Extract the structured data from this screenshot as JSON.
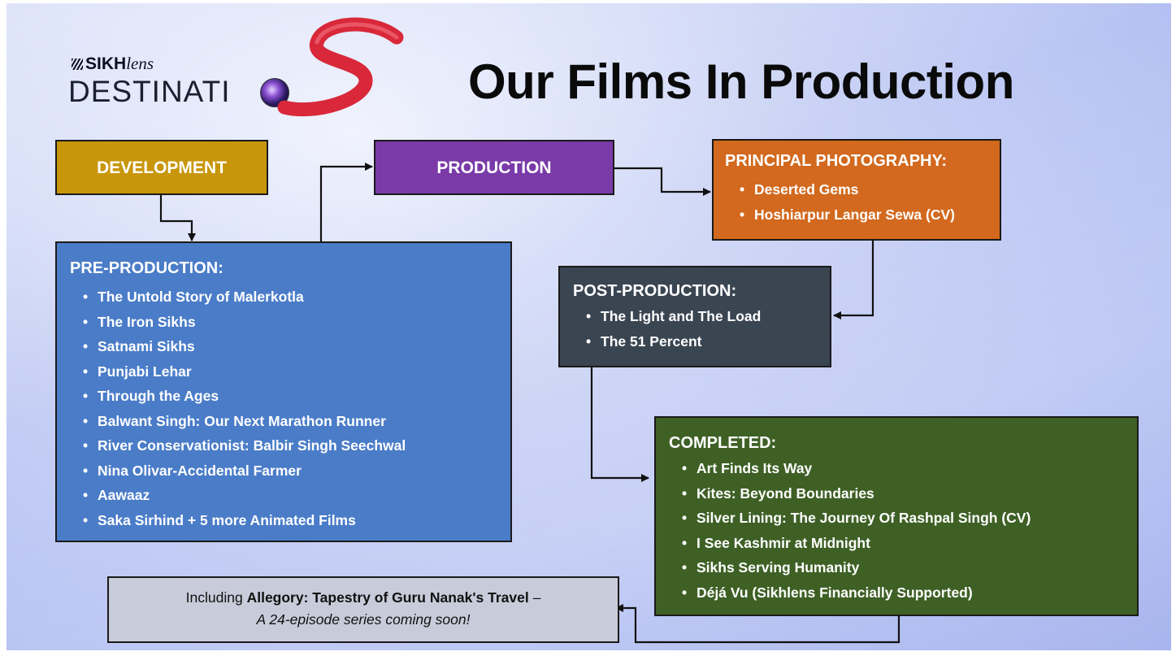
{
  "title": "Our Films In Production",
  "logo": {
    "top_bold": "SIKH",
    "top_italic": "lens",
    "word": "DESTINATI",
    "s_letter": "S"
  },
  "stages": {
    "development": {
      "label": "DEVELOPMENT",
      "color": "#c8960a"
    },
    "production": {
      "label": "PRODUCTION",
      "color": "#7a3aa8"
    },
    "principal": {
      "heading": "PRINCIPAL PHOTOGRAPHY:",
      "color": "#d2691e",
      "items": [
        "Deserted Gems",
        "Hoshiarpur Langar Sewa (CV)"
      ]
    },
    "preproduction": {
      "heading": "PRE-PRODUCTION:",
      "color": "#4a7cc8",
      "items": [
        "The Untold Story of Malerkotla",
        "The Iron Sikhs",
        "Satnami Sikhs",
        "Punjabi Lehar",
        "Through the Ages",
        "Balwant Singh: Our Next Marathon Runner",
        "River Conservationist: Balbir Singh Seechwal",
        "Nina Olivar-Accidental Farmer",
        "Aawaaz",
        "Saka Sirhind + 5 more Animated Films"
      ]
    },
    "postproduction": {
      "heading": "POST-PRODUCTION:",
      "color": "#3a4552",
      "items": [
        "The Light and The Load",
        "The 51 Percent"
      ]
    },
    "completed": {
      "heading": "COMPLETED:",
      "color": "#3e6025",
      "items": [
        "Art Finds Its Way",
        "Kites: Beyond Boundaries",
        "Silver Lining: The Journey Of Rashpal Singh (CV)",
        "I See Kashmir at Midnight",
        "Sikhs Serving Humanity",
        "Déjá Vu (Sikhlens Financially Supported)"
      ]
    }
  },
  "footer": {
    "prefix": "Including ",
    "bold": "Allegory: Tapestry of Guru Nanak's Travel",
    "suffix": " –",
    "line2": "A 24-episode series coming soon!"
  }
}
